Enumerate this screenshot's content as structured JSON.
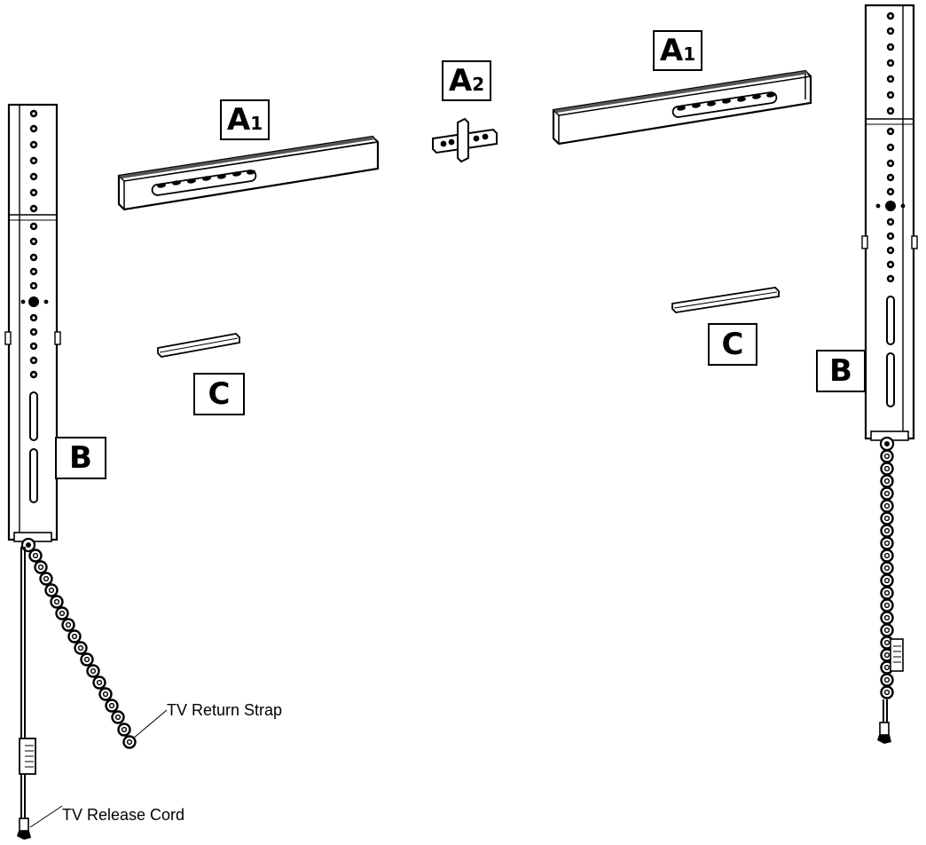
{
  "labels": {
    "a1_left": {
      "main": "A",
      "sub": "1"
    },
    "a2": {
      "main": "A",
      "sub": "2"
    },
    "a1_right": {
      "main": "A",
      "sub": "1"
    },
    "c_left": {
      "main": "C"
    },
    "c_right": {
      "main": "C"
    },
    "b_left": {
      "main": "B"
    },
    "b_right": {
      "main": "B"
    }
  },
  "callouts": {
    "return_strap": "TV Return Strap",
    "release_cord": "TV Release Cord"
  },
  "colors": {
    "line": "#000000",
    "fill": "#ffffff",
    "shade": "#d9d9d9"
  }
}
